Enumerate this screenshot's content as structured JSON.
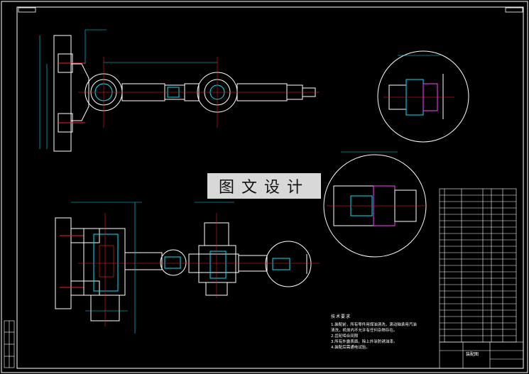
{
  "watermark": {
    "text": "图文设计"
  },
  "notes": {
    "heading": "技术要求",
    "lines": [
      "1.装配前，所有零件用煤油清洗，滚动轴承用汽油",
      "清洗，机体内不允许有任何杂物存在。",
      "2.齿轮啮合间隙",
      "3.所有外露表面，除上外涂防锈油漆。",
      "4.装配后需通电试验。"
    ]
  },
  "title_block": {
    "name": "装配图"
  },
  "colors": {
    "line": "#ffffff",
    "cyan": "#00e5ff",
    "red": "#ff2020",
    "green": "#20ff40",
    "yellow": "#ffee00",
    "magenta": "#ff40ff"
  }
}
